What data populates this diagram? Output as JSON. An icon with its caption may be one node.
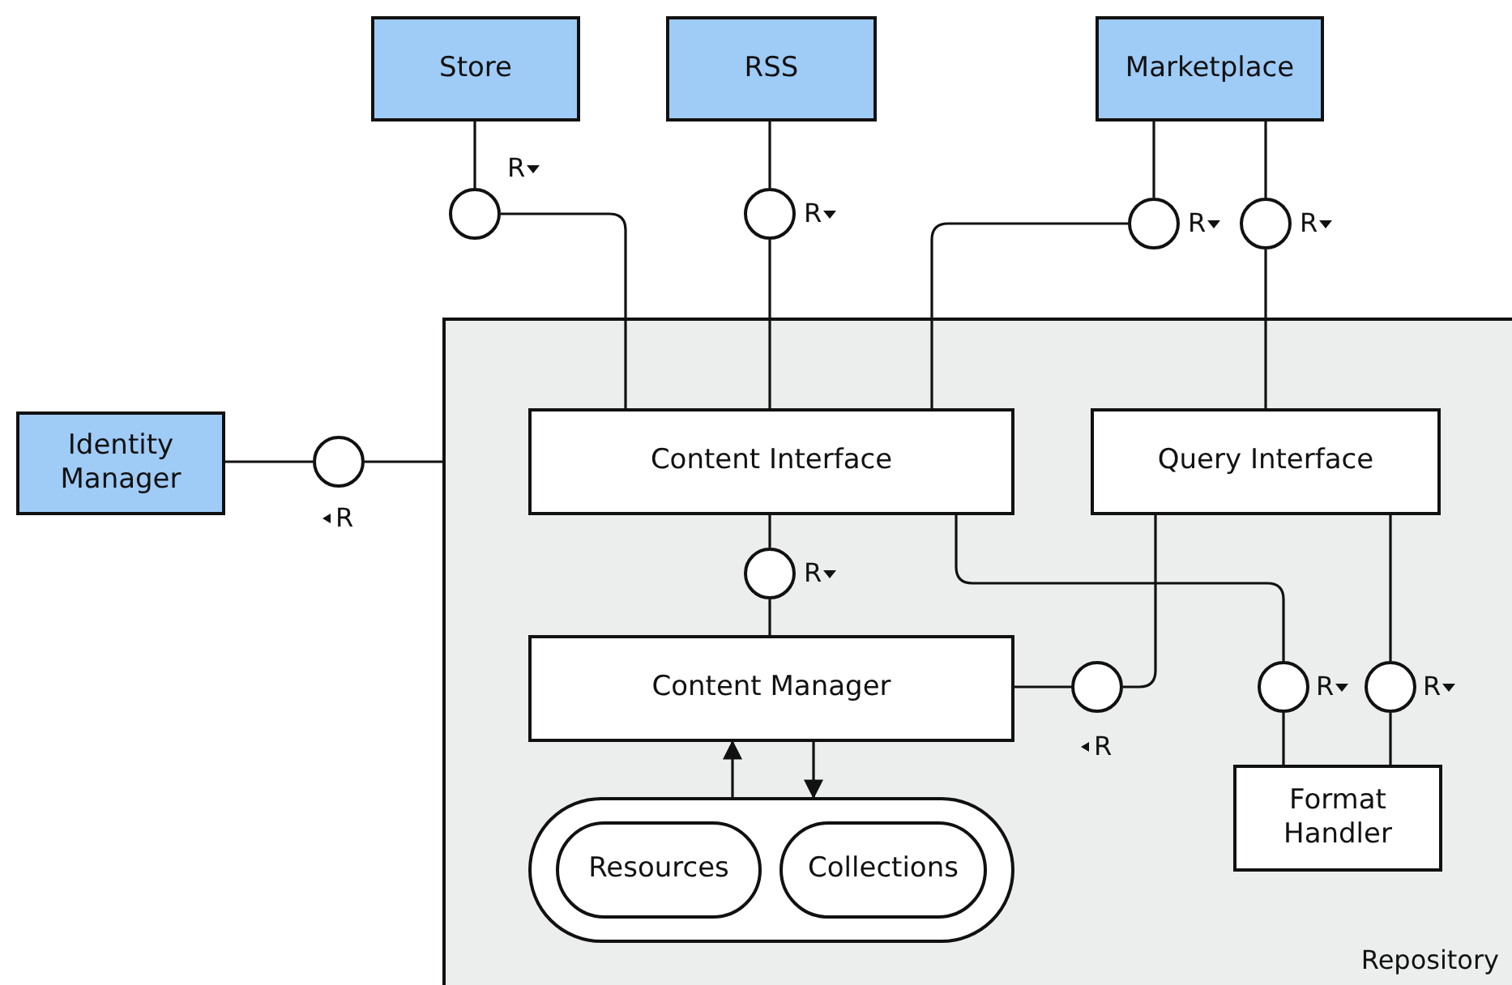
{
  "diagram": {
    "nodes": [
      {
        "text": [
          "Store"
        ]
      },
      {
        "text": [
          "RSS"
        ]
      },
      {
        "text": [
          "Marketplace"
        ]
      },
      {
        "text": [
          "Identity Manager"
        ]
      },
      {
        "text": [
          "Repository"
        ]
      },
      {
        "text": [
          "Content Interface"
        ],
        "in": 4
      },
      {
        "text": [
          "Query Interface"
        ],
        "in": 4
      },
      {
        "text": [
          "Content Manager"
        ],
        "in": 4
      },
      {
        "text": [],
        "shape": "box",
        "in": 4
      },
      {
        "text": [
          "Resources"
        ],
        "in": 8
      },
      {
        "text": [
          "Collections"
        ],
        "in": 8
      },
      {
        "text": [
          "Format Handler"
        ],
        "in": 4
      },
      {
        "text": [],
        "shape": "circle",
        "beside": [
          "R"
        ]
      },
      {
        "text": [],
        "shape": "circle",
        "beside": [
          "R"
        ]
      },
      {
        "text": [],
        "shape": "circle",
        "beside": [
          "R"
        ]
      },
      {
        "text": [],
        "shape": "circle",
        "beside": [
          "R"
        ]
      },
      {
        "text": [],
        "shape": "circle",
        "beside": [
          "R"
        ]
      },
      {
        "text": [],
        "shape": "circle",
        "beside": [
          "R"
        ],
        "in": 4
      },
      {
        "text": [],
        "shape": "circle",
        "beside": [
          "R"
        ],
        "in": 4
      },
      {
        "text": [],
        "shape": "circle",
        "beside": [
          "R"
        ],
        "in": 4
      },
      {
        "text": [],
        "shape": "circle",
        "beside": [
          "R"
        ],
        "in": 4
      }
    ],
    "edges": [
      {
        "from": 0,
        "to": 12,
        "arrow": "none"
      },
      {
        "from": 12,
        "to": 5,
        "arrow": "none"
      },
      {
        "from": 1,
        "to": 13,
        "arrow": "none"
      },
      {
        "from": 13,
        "to": 5,
        "arrow": "none"
      },
      {
        "from": 2,
        "to": 14,
        "arrow": "none"
      },
      {
        "from": 14,
        "to": 5,
        "arrow": "none"
      },
      {
        "from": 2,
        "to": 15,
        "arrow": "none"
      },
      {
        "from": 15,
        "to": 6,
        "arrow": "none"
      },
      {
        "from": 3,
        "to": 16,
        "arrow": "none"
      },
      {
        "from": 16,
        "to": 4,
        "arrow": "none"
      },
      {
        "from": 5,
        "to": 17,
        "arrow": "none"
      },
      {
        "from": 17,
        "to": 7,
        "arrow": "none"
      },
      {
        "from": 7,
        "to": 18,
        "arrow": "none"
      },
      {
        "from": 18,
        "to": 6,
        "arrow": "none"
      },
      {
        "from": 5,
        "to": 19,
        "arrow": "none"
      },
      {
        "from": 19,
        "to": 11,
        "arrow": "none"
      },
      {
        "from": 6,
        "to": 20,
        "arrow": "none"
      },
      {
        "from": 20,
        "to": 11,
        "arrow": "none"
      },
      {
        "from": 8,
        "to": 7,
        "arrow": "to"
      },
      {
        "from": 7,
        "to": 8,
        "arrow": "to"
      }
    ]
  }
}
